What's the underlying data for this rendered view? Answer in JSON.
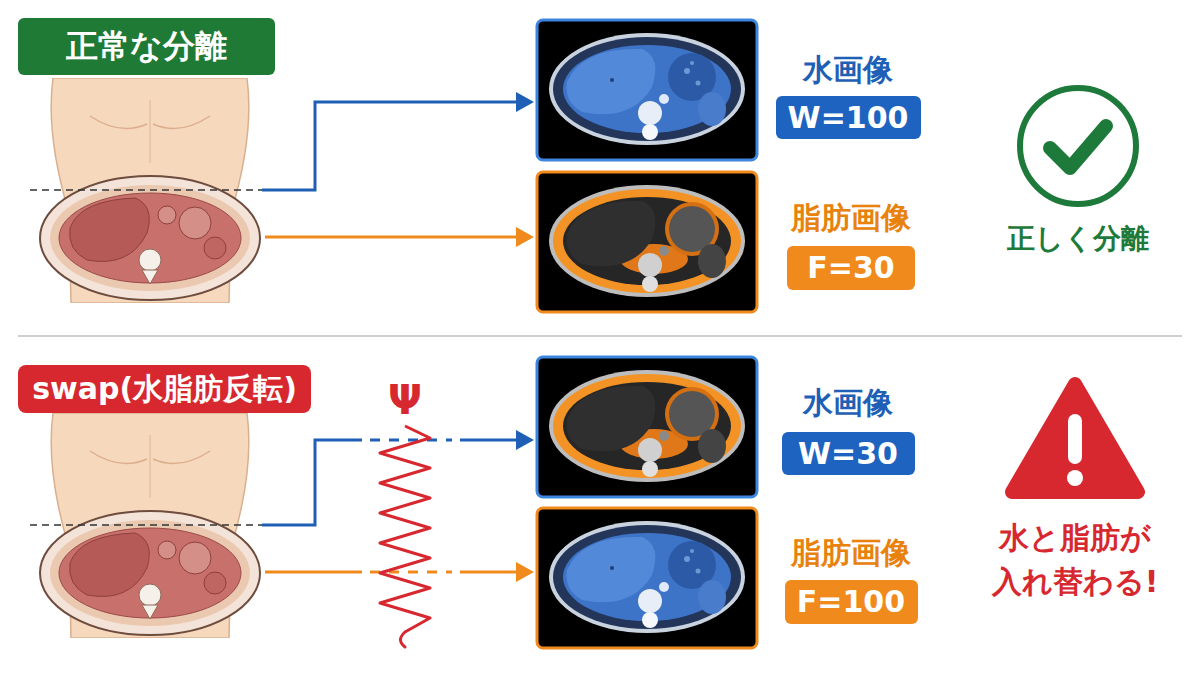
{
  "diagram": {
    "nodes": [
      {
        "text": [
          "正常な分離"
        ]
      },
      {
        "text": [
          "W=100"
        ]
      },
      {
        "text": [
          "F=30"
        ]
      },
      {
        "text": [
          "swap(水脂肪反転)"
        ]
      },
      {
        "text": [
          "W=30"
        ]
      },
      {
        "text": [
          "F=100"
        ]
      }
    ],
    "labels": [
      "水画像",
      "脂肪画像",
      "正しく分離",
      "Ψ",
      "水画像",
      "脂肪画像",
      "水と脂肪が 入れ替わる!"
    ]
  }
}
